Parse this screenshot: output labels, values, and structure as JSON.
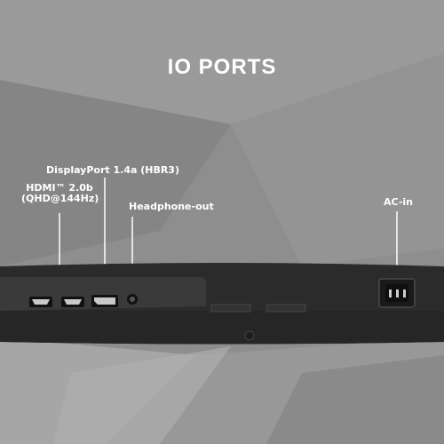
{
  "title": "IO PORTS",
  "labels": {
    "displayport": "DisplayPort 1.4a (HBR3)",
    "hdmi_line1": "HDMI™ 2.0b",
    "hdmi_line2": "(QHD@144Hz)",
    "headphone": "Headphone-out",
    "ac_in": "AC-in"
  },
  "colors": {
    "background": "#8e8e8e",
    "monitor_body": "#2b2b2b",
    "port_panel": "#3a3a3a",
    "text": "#ffffff"
  },
  "ports": [
    {
      "name": "hdmi-port-1",
      "type": "HDMI"
    },
    {
      "name": "hdmi-port-2",
      "type": "HDMI"
    },
    {
      "name": "displayport-port",
      "type": "DisplayPort"
    },
    {
      "name": "headphone-jack",
      "type": "Headphone-out"
    },
    {
      "name": "ac-in-socket",
      "type": "AC-in"
    }
  ]
}
